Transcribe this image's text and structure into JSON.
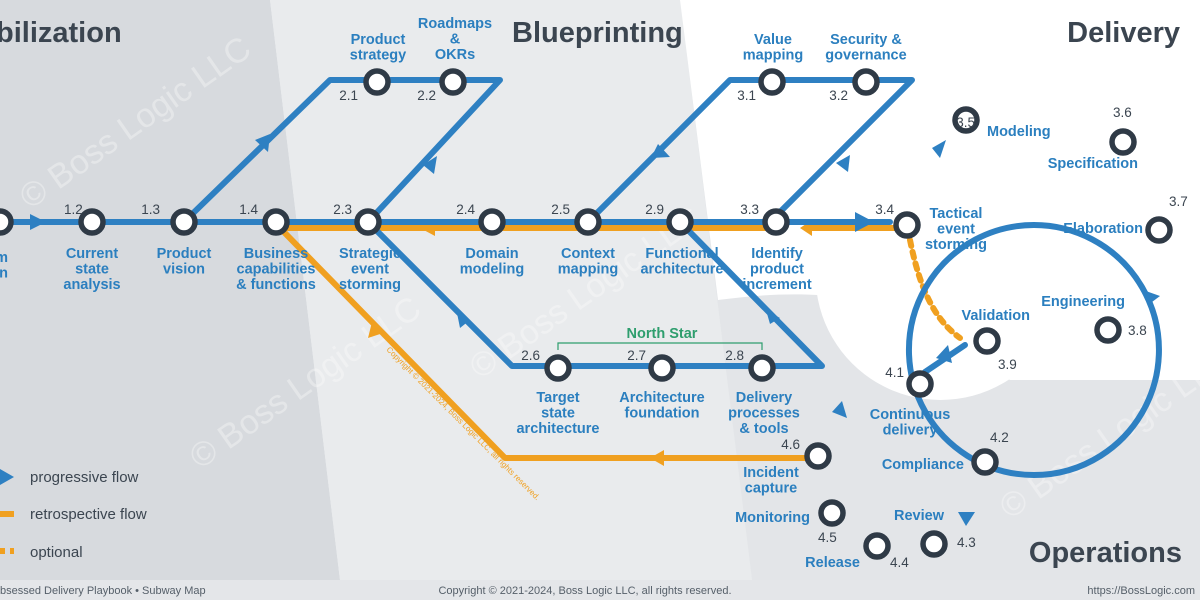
{
  "phases": {
    "mobilization": "bilization",
    "blueprinting": "Blueprinting",
    "delivery": "Delivery",
    "operations": "Operations"
  },
  "stations": [
    {
      "id": "s1_1",
      "num": "",
      "label": [
        "am",
        "lization"
      ]
    },
    {
      "id": "s1_2",
      "num": "1.2",
      "label": [
        "Current",
        "state",
        "analysis"
      ]
    },
    {
      "id": "s1_3",
      "num": "1.3",
      "label": [
        "Product",
        "vision"
      ]
    },
    {
      "id": "s1_4",
      "num": "1.4",
      "label": [
        "Business",
        "capabilities",
        "& functions"
      ]
    },
    {
      "id": "s2_1",
      "num": "2.1",
      "label": [
        "Product",
        "strategy"
      ]
    },
    {
      "id": "s2_2",
      "num": "2.2",
      "label": [
        "Roadmaps",
        "&",
        "OKRs"
      ]
    },
    {
      "id": "s2_3",
      "num": "2.3",
      "label": [
        "Strategic",
        "event",
        "storming"
      ]
    },
    {
      "id": "s2_4",
      "num": "2.4",
      "label": [
        "Domain",
        "modeling"
      ]
    },
    {
      "id": "s2_5",
      "num": "2.5",
      "label": [
        "Context",
        "mapping"
      ]
    },
    {
      "id": "s2_9",
      "num": "2.9",
      "label": [
        "Functional",
        "architecture"
      ]
    },
    {
      "id": "s2_6",
      "num": "2.6",
      "label": [
        "Target",
        "state",
        "architecture"
      ]
    },
    {
      "id": "s2_7",
      "num": "2.7",
      "label": [
        "Architecture",
        "foundation"
      ]
    },
    {
      "id": "s2_8",
      "num": "2.8",
      "label": [
        "Delivery",
        "processes",
        "& tools"
      ]
    },
    {
      "id": "s3_1",
      "num": "3.1",
      "label": [
        "Value",
        "mapping"
      ]
    },
    {
      "id": "s3_2",
      "num": "3.2",
      "label": [
        "Security &",
        "governance"
      ]
    },
    {
      "id": "s3_3",
      "num": "3.3",
      "label": [
        "Identify",
        "product",
        "increment"
      ]
    },
    {
      "id": "s3_4",
      "num": "3.4",
      "label": [
        "Tactical",
        "event",
        "storming"
      ]
    },
    {
      "id": "s3_5",
      "num": "3.5",
      "label": [
        "Modeling"
      ]
    },
    {
      "id": "s3_6",
      "num": "3.6",
      "label": [
        "Specification"
      ]
    },
    {
      "id": "s3_7",
      "num": "3.7",
      "label": [
        "Elaboration"
      ]
    },
    {
      "id": "s3_8",
      "num": "3.8",
      "label": [
        "Engineering"
      ]
    },
    {
      "id": "s3_9",
      "num": "3.9",
      "label": [
        "Validation"
      ]
    },
    {
      "id": "s4_1",
      "num": "4.1",
      "label": [
        "Continuous",
        "delivery"
      ]
    },
    {
      "id": "s4_2",
      "num": "4.2",
      "label": [
        "Compliance"
      ]
    },
    {
      "id": "s4_3",
      "num": "4.3",
      "label": [
        "Review"
      ]
    },
    {
      "id": "s4_4",
      "num": "4.4",
      "label": [
        "Release"
      ]
    },
    {
      "id": "s4_5",
      "num": "4.5",
      "label": [
        "Monitoring"
      ]
    },
    {
      "id": "s4_6",
      "num": "4.6",
      "label": [
        "Incident",
        "capture"
      ]
    }
  ],
  "north_star": "North Star",
  "legend": {
    "progressive": "progressive flow",
    "retrospective": "retrospective flow",
    "optional": "optional"
  },
  "footer": {
    "left": "bsessed Delivery Playbook • Subway Map",
    "center": "Copyright © 2021-2024, Boss Logic LLC, all rights reserved.",
    "right": "https://BossLogic.com"
  },
  "watermark": "© Boss Logic LLC",
  "vertical_copyright": "Copyright © 2021-2024, Boss Logic LLC, all rights reserved.",
  "colors": {
    "progressive": "#2e80c2",
    "retrospective": "#f0a020",
    "station_ring": "#2f3a46",
    "label": "#2b7fbf",
    "north_star": "#2e9e6e"
  }
}
